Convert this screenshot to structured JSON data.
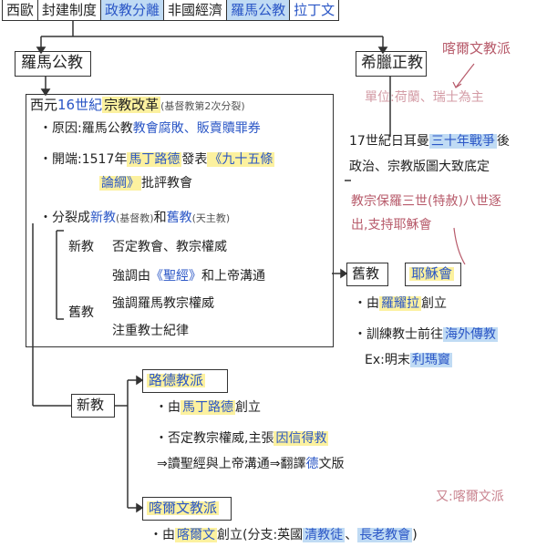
{
  "top_tabs": [
    "西歐",
    "封建制度",
    "政教分離",
    "非國經濟",
    "羅馬公教",
    "拉丁文"
  ],
  "left_title": "羅馬公教",
  "right_title": "希臘正教",
  "top_right_note": "喀爾文教派",
  "faded_note": "單位:荷蘭、瑞士為主",
  "main_box": {
    "title_prefix": "西元",
    "title_century": "16世紀",
    "title_reform": "宗教改革",
    "title_sub": "(基督教第2次分裂)",
    "cause_label": "・原因:羅馬公教",
    "cause_value": "教會腐敗、販賣贖罪券",
    "start_label": "・開端:1517年",
    "start_person": "馬丁路德",
    "start_mid": "發表",
    "start_doc": "《九十五條",
    "start_doc2": "論綱》",
    "start_tail": "批評教會",
    "split_label": "・分裂成",
    "split_new": "新教",
    "split_new_note": "(基督教)",
    "split_and": "和",
    "split_old": "舊教",
    "split_old_note": "(天主教)",
    "new_label": "新教",
    "new_line1": "否定教會、教宗權威",
    "new_line2_a": "強調由",
    "new_line2_b": "《聖經》",
    "new_line2_c": "和上帝溝通",
    "old_label": "舊教",
    "old_line1": "強調羅馬教宗權威",
    "old_line2": "注重教士紀律"
  },
  "war_note": {
    "line1_a": "17世紀日耳曼",
    "line1_b": "三十年戰爭",
    "line1_c": "後",
    "line2": "政治、宗教版圖大致底定"
  },
  "pope_note": {
    "line1": "教宗保羅三世(特赦)八世逐",
    "line2": "出,支持耶穌會"
  },
  "old_section": {
    "label": "舊教",
    "jesuit": "耶穌會",
    "line1_a": "・由",
    "line1_b": "羅耀拉",
    "line1_c": "創立",
    "line2_a": "・訓練教士前往",
    "line2_b": "海外傳教",
    "line3_a": "Ex:明末",
    "line3_b": "利瑪竇"
  },
  "new_section": {
    "label": "新教",
    "luther_title": "路德教派",
    "luther_line1_a": "・由",
    "luther_line1_b": "馬丁路德",
    "luther_line1_c": "創立",
    "luther_line2_a": "・否定教宗權威,主張",
    "luther_line2_b": "因信得救",
    "luther_line3": "⇒讀聖經與上帝溝通⇒翻譯",
    "luther_line3_b": "德",
    "luther_line3_c": "文版",
    "calvin_title": "喀爾文教派",
    "calvin_line1_a": "・由",
    "calvin_line1_b": "喀爾文",
    "calvin_line1_c": "創立(分支:英國",
    "calvin_line1_d": "清教徒",
    "calvin_line1_e": "、",
    "calvin_line1_f": "長老教會",
    "calvin_line1_g": ")"
  },
  "side_note_bottom": "又:喀爾文派"
}
